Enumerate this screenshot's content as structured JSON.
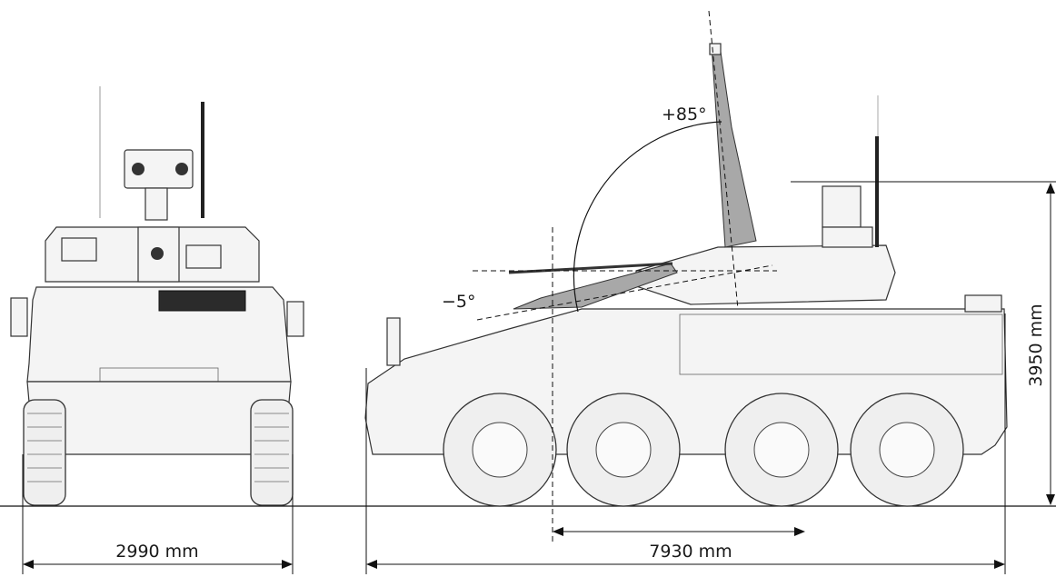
{
  "diagram": {
    "dimensions": {
      "front_width": "2990 mm",
      "length": "7930 mm",
      "height": "3950 mm"
    },
    "angles": {
      "max_elevation": "+85°",
      "max_depression": "−5°"
    }
  }
}
